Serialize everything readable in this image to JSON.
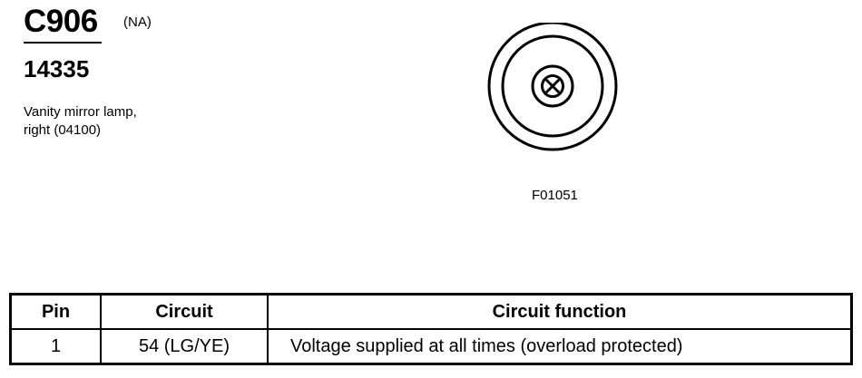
{
  "connector": {
    "id": "C906",
    "region": "(NA)",
    "part_number": "14335",
    "description_lines": [
      "Vanity mirror lamp,",
      "right (04100)"
    ]
  },
  "diagram": {
    "figure_code": "F01051",
    "icon": "bulb-socket-icon"
  },
  "table": {
    "headers": {
      "pin": "Pin",
      "circuit": "Circuit",
      "function": "Circuit function"
    },
    "rows": [
      {
        "pin": "1",
        "circuit": "54 (LG/YE)",
        "function": "Voltage supplied at all times (overload protected)"
      }
    ]
  }
}
